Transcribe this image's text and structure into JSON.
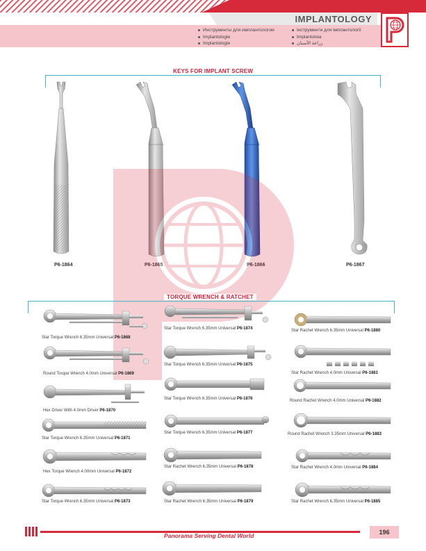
{
  "header": {
    "title": "IMPLANTOLOGY",
    "languages_left": [
      "Инструменты для имплантологии",
      "Implantologie",
      "Implantologie"
    ],
    "languages_right": [
      "Інструменти для імплантології",
      "Implantoloia",
      "زراعة الأسنان"
    ],
    "brand_color": "#d62a3a",
    "band_color": "#f6c5cb"
  },
  "keys_section": {
    "title": "KEYS FOR IMPLANT SCREW",
    "items": [
      {
        "code": "P6-1864",
        "finish": "satin"
      },
      {
        "code": "P6-1865",
        "finish": "satin"
      },
      {
        "code": "P6-1866",
        "finish": "blue"
      },
      {
        "code": "P6-1867",
        "finish": "satin"
      }
    ]
  },
  "wrench_section": {
    "title": "TORQUE WRENCH & RATCHET",
    "items": [
      {
        "name": "Star Torque Wrench 6.35mm Universal",
        "code": "P6-1868"
      },
      {
        "name": "Round Torque Wrench 4.0mm Universal",
        "code": "P6-1869"
      },
      {
        "name": "Hex Driver With 4.0mm Driver",
        "code": "P6-1870"
      },
      {
        "name": "Star Torque Wrench 6.35mm Universal",
        "code": "P6-1871"
      },
      {
        "name": "Hex Torque Wrench 4.00mm Universal",
        "code": "P6-1872"
      },
      {
        "name": "Star Torque Wrench 6.35mm Universal",
        "code": "P6-1873"
      },
      {
        "name": "Star Torque Wrench 6.35mm Universal",
        "code": "P6-1874"
      },
      {
        "name": "Star Torque Wrench 6.35mm Universal",
        "code": "P6-1875"
      },
      {
        "name": "Star Torque Wrench 6.35mm Universal",
        "code": "P6-1876"
      },
      {
        "name": "Star Torque Wrench 6.35mm Universal",
        "code": "P6-1877"
      },
      {
        "name": "Star Rachet Wrench 6.35mm Universal",
        "code": "P6-1878"
      },
      {
        "name": "Star Rachet Wrench 6.35mm Universal",
        "code": "P6-1879"
      },
      {
        "name": "Star Rachet Wrench 6.35mm Universal",
        "code": "P6-1880"
      },
      {
        "name": "Star Rachet Wrench 4.0mm Universal",
        "code": "P6-1881"
      },
      {
        "name": "Round Rachet Wrench 4.0mm Universal",
        "code": "P6-1882"
      },
      {
        "name": "Round Rachet Wrench 3.35mm Universal",
        "code": "P6-1883"
      },
      {
        "name": "Star Rachet Wrench 4.0mm Universal",
        "code": "P6-1884"
      },
      {
        "name": "Star Rachet Wrench 6.35mm Universal",
        "code": "P6-1885"
      }
    ]
  },
  "footer": {
    "tagline": "Panorama Serving Dental World",
    "page_number": "196"
  }
}
